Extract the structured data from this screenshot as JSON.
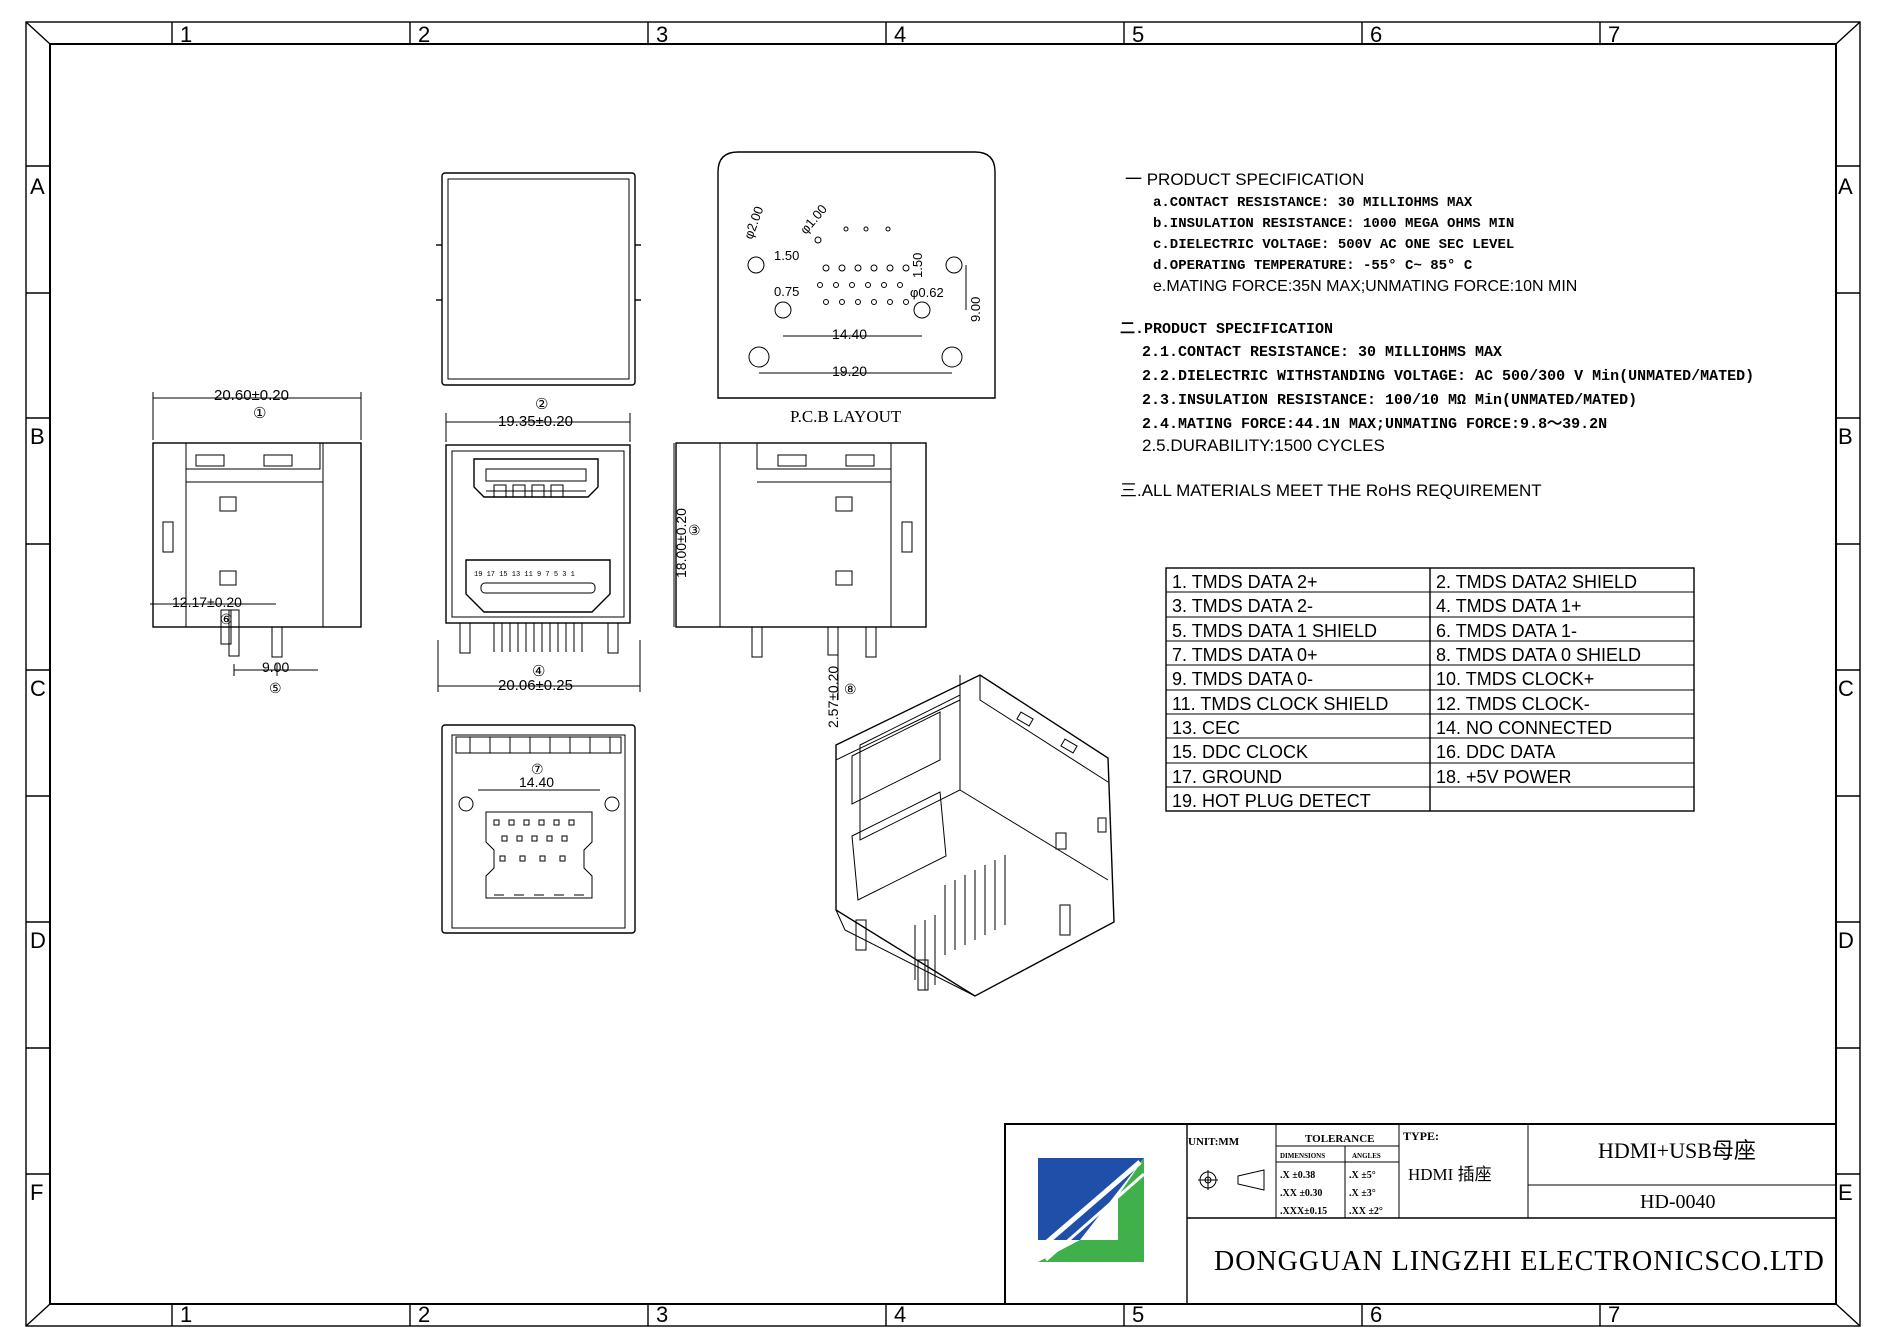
{
  "grid": {
    "columns": [
      "1",
      "2",
      "3",
      "4",
      "5",
      "6",
      "7"
    ],
    "rows": [
      "A",
      "B",
      "C",
      "D",
      "E",
      "F"
    ]
  },
  "views": {
    "top_view": {
      "width_dim": "20.60±0.20",
      "width_ref": "①",
      "depth_dim": "12.17±0.20",
      "depth_ref": "⑥",
      "pin_span": "9.00",
      "pin_span_ref": "⑤"
    },
    "front_view": {
      "width_dim": "19.35±0.20",
      "width_ref": "②",
      "bottom_dim": "20.06±0.25",
      "bottom_ref": "④",
      "hdmi_pin_numbers": "19 17 15 13 11 9 7 5 3 1"
    },
    "side_view": {
      "height_dim": "18.00±0.20",
      "height_ref": "③",
      "pin_dim": "2.57±0.20",
      "pin_ref": "⑧"
    },
    "bottom_view": {
      "pitch_dim": "14.40",
      "pitch_ref": "⑦"
    },
    "pcb_layout": {
      "caption": "P.C.B LAYOUT",
      "dims": {
        "d1": "φ2.00",
        "d2": "φ1.00",
        "d3": "1.50",
        "d4": "0.75",
        "d5": "φ0.62",
        "d6": "1.50",
        "d7": "9.00",
        "d8": "14.40",
        "d9": "19.20"
      }
    }
  },
  "spec1": {
    "heading": "一 PRODUCT SPECIFICATION",
    "items": [
      "a.CONTACT RESISTANCE: 30 MILLIOHMS MAX",
      "b.INSULATION RESISTANCE: 1000 MEGA OHMS MIN",
      "c.DIELECTRIC VOLTAGE: 500V AC ONE SEC LEVEL",
      "d.OPERATING TEMPERATURE: -55° C~ 85° C",
      "e.MATING FORCE:35N MAX;UNMATING FORCE:10N MIN"
    ]
  },
  "spec2": {
    "heading": "二.PRODUCT SPECIFICATION",
    "items": [
      "2.1.CONTACT RESISTANCE: 30 MILLIOHMS MAX",
      "2.2.DIELECTRIC WITHSTANDING VOLTAGE: AC 500/300 V Min(UNMATED/MATED)",
      "2.3.INSULATION RESISTANCE: 100/10 MΩ Min(UNMATED/MATED)",
      "2.4.MATING FORCE:44.1N MAX;UNMATING FORCE:9.8～39.2N",
      "2.5.DURABILITY:1500 CYCLES"
    ]
  },
  "spec3": {
    "text": "三.ALL MATERIALS MEET THE RoHS REQUIREMENT"
  },
  "pin_table": [
    [
      "1.  TMDS DATA 2+",
      "2.  TMDS DATA2 SHIELD"
    ],
    [
      "3.  TMDS DATA 2-",
      "4.  TMDS DATA 1+"
    ],
    [
      "5.  TMDS DATA 1 SHIELD",
      "6.  TMDS DATA 1-"
    ],
    [
      "7.  TMDS DATA 0+",
      "8.  TMDS DATA 0 SHIELD"
    ],
    [
      "9.  TMDS DATA 0-",
      "10.  TMDS CLOCK+"
    ],
    [
      "11.  TMDS CLOCK SHIELD",
      "12.  TMDS CLOCK-"
    ],
    [
      "13.  CEC",
      "14.  NO CONNECTED"
    ],
    [
      "15.  DDC CLOCK",
      "16.  DDC DATA"
    ],
    [
      "17.  GROUND",
      "18.  +5V POWER"
    ],
    [
      "19.  HOT PLUG DETECT",
      ""
    ]
  ],
  "title_block": {
    "unit": "UNIT:MM",
    "tolerance_header": "TOLERANCE",
    "dimensions_header": "DIMENSIONS",
    "angles_header": "ANGLES",
    "tol_dims": [
      ".X  ±0.38",
      ".XX ±0.30",
      ".XXX±0.15"
    ],
    "tol_angles": [
      ".X  ±5°",
      ".X  ±3°",
      ".XX ±2°"
    ],
    "type_label": "TYPE:",
    "type_value": "HDMI 插座",
    "part_name": "HDMI+USB母座",
    "part_number": "HD-0040",
    "company": "DONGGUAN LINGZHI ELECTRONICSCO.LTD",
    "logo_colors": {
      "blue": "#1f4fa8",
      "green": "#3fb04a"
    }
  }
}
